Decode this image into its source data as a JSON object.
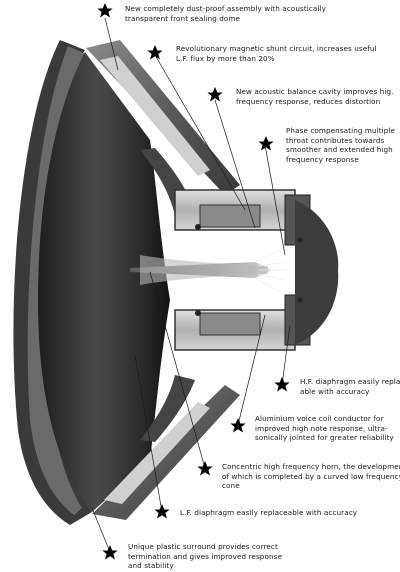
{
  "callouts": [
    {
      "id": "dome",
      "lines": [
        "New completely dust-proof assembly with acoustically",
        "transparent front sealing dome"
      ]
    },
    {
      "id": "shunt",
      "lines": [
        "Revolutionary magnetic shunt circuit, increases useful",
        "L.F. flux by more than 20%"
      ]
    },
    {
      "id": "cavity",
      "lines": [
        "New acoustic balance cavity improves hig.",
        "frequency response, reduces distortion"
      ]
    },
    {
      "id": "throat",
      "lines": [
        "Phase compensating multiple",
        "throat contributes towards",
        "smoother and extended high",
        "frequency response"
      ]
    },
    {
      "id": "hf-diaphragm",
      "lines": [
        "H.F. diaphragm easily replace-",
        "able with accuracy"
      ]
    },
    {
      "id": "voice-coil",
      "lines": [
        "Aluminium voice coil conductor for",
        "improved high note response, ultra-",
        "sonically jointed for greater reliability"
      ]
    },
    {
      "id": "horn",
      "lines": [
        "Concentric high frequency horn, the development",
        "of which is completed by a curved low frequency",
        "cone"
      ]
    },
    {
      "id": "lf-diaphragm",
      "lines": [
        "L.F. diaphragm easily replaceable with accuracy"
      ]
    },
    {
      "id": "surround",
      "lines": [
        "Unique plastic surround provides correct",
        "termination and gives improved response",
        "and stability"
      ]
    }
  ],
  "colors": {
    "ink": "#1a1a1a",
    "cone_dark": "#2b2b2b",
    "frame_gray": "#6e6e6e",
    "magnet_light": "#c8c8c8"
  },
  "icons": [
    "star-icon"
  ]
}
